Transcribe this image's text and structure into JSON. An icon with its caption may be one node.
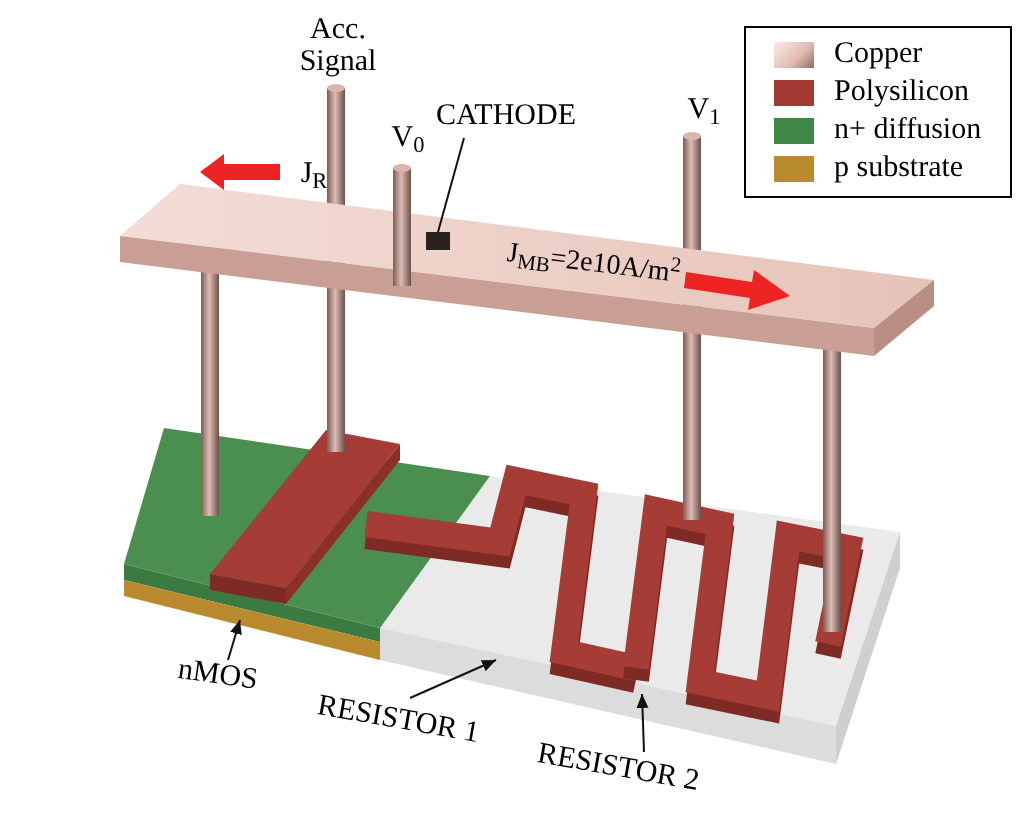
{
  "diagram": {
    "nodes": [
      {
        "text": [
          "CATHODE"
        ]
      },
      {
        "text": [],
        "shape": "box"
      },
      {
        "text": [
          "nMOS"
        ]
      },
      {
        "text": [],
        "shape": "bar"
      },
      {
        "text": [
          "RESISTOR 1"
        ]
      },
      {
        "text": [],
        "shape": "bar"
      },
      {
        "text": [
          "RESISTOR 2"
        ]
      },
      {
        "text": [],
        "shape": "bar"
      }
    ],
    "edges": [
      {
        "from": 0,
        "to": 1,
        "arrow": "none"
      },
      {
        "from": 2,
        "to": 3,
        "arrow": "to"
      },
      {
        "from": 4,
        "to": 5,
        "arrow": "to"
      },
      {
        "from": 6,
        "to": 7,
        "arrow": "to"
      }
    ],
    "labels": [
      "Acc. Signal",
      "V$_{0}$",
      "V$_{1}$",
      "J$_{R}$",
      "J$_{MB}$=2e10A/m$^{2}$"
    ],
    "legend": [
      {
        "text": "Copper",
        "color": "#e2bcb2"
      },
      {
        "text": "Polysilicon",
        "color": "#a23a33"
      },
      {
        "text": "n+ diffusion",
        "color": "#3f8747"
      },
      {
        "text": "p substrate",
        "color": "#b98a2e"
      }
    ]
  }
}
